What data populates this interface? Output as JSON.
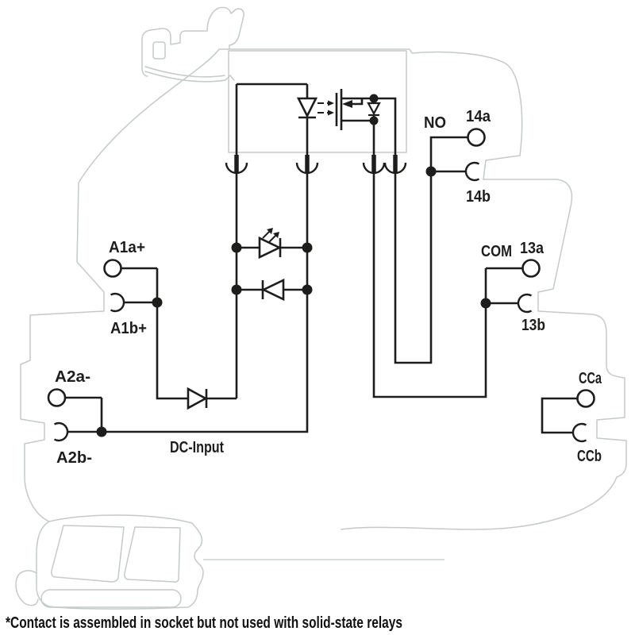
{
  "diagram": {
    "kind": "solid-state relay module wiring schematic",
    "colors": {
      "circuit": "#1d1d1b",
      "module_outline": "#c2cbc9",
      "background": "#ffffff"
    },
    "input_section": {
      "dc_input_label": "DC-Input",
      "terminals": {
        "a1a": {
          "label": "A1a+",
          "type": "pin-circle"
        },
        "a1b": {
          "label": "A1b+",
          "type": "socket-arc"
        },
        "a2a": {
          "label": "A2a-",
          "type": "pin-circle"
        },
        "a2b": {
          "label": "A2b-",
          "type": "socket-arc"
        }
      },
      "components": [
        "series protection diode",
        "status LED indicator",
        "reverse-polarity diode"
      ]
    },
    "output_section": {
      "no_label": "NO",
      "com_label": "COM",
      "terminals": {
        "t14a": {
          "label": "14a",
          "type": "pin-circle"
        },
        "t14b": {
          "label": "14b",
          "type": "socket-arc"
        },
        "t13a": {
          "label": "13a",
          "type": "pin-circle"
        },
        "t13b": {
          "label": "13b",
          "type": "socket-arc"
        },
        "cca": {
          "label": "CCa",
          "type": "pin-circle"
        },
        "ccb": {
          "label": "CCb",
          "type": "socket-arc"
        }
      },
      "components": [
        "optocoupler LED emitter",
        "photo-MOSFET output with body diode",
        "four plug-in socket contacts"
      ]
    },
    "footnote": "*Contact is assembled in socket but not used with solid-state relays"
  }
}
